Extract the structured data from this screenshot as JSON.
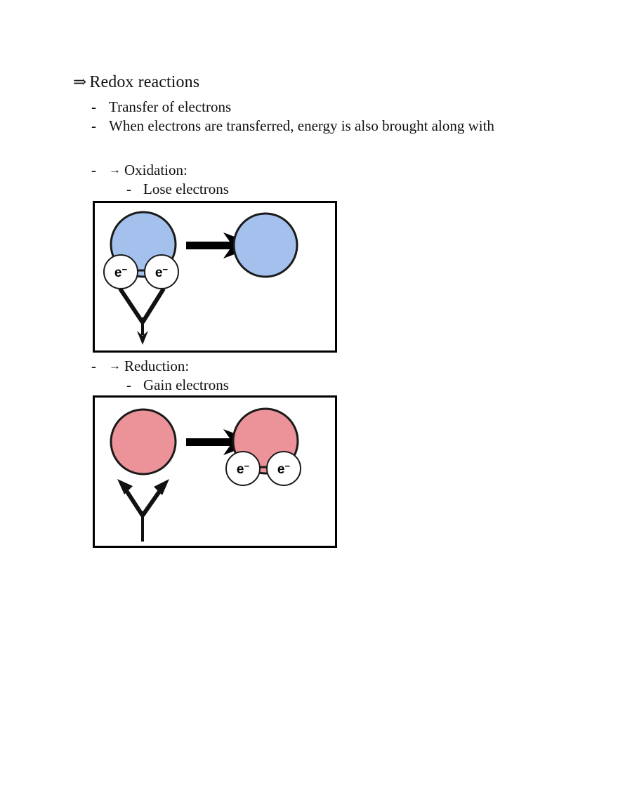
{
  "document": {
    "heading": {
      "arrow": "⇒",
      "text": "Redox reactions"
    },
    "bullets": [
      {
        "dash": "-",
        "text": "Transfer of electrons"
      },
      {
        "dash": "-",
        "text": "When electrons are transferred, energy is also brought along with"
      }
    ],
    "sections": [
      {
        "dash": "-",
        "arrow": "→",
        "label": "Oxidation:",
        "sub_dash": "-",
        "sub_label": "Lose electrons",
        "figure": {
          "name": "oxidation-diagram",
          "atom_color": "#A3C1EC",
          "electron_color": "#FFFFFF",
          "stroke_color": "#000000",
          "electron_label": "e",
          "electron_charge": "−",
          "left_electron_count": 2,
          "right_electron_count": 0,
          "electron_flow": "away",
          "reaction_arrow": "→"
        }
      },
      {
        "dash": "-",
        "arrow": "→",
        "label": "Reduction:",
        "sub_dash": "-",
        "sub_label": "Gain electrons",
        "figure": {
          "name": "reduction-diagram",
          "atom_color": "#EC9399",
          "electron_color": "#FFFFFF",
          "stroke_color": "#000000",
          "electron_label": "e",
          "electron_charge": "−",
          "left_electron_count": 0,
          "right_electron_count": 2,
          "electron_flow": "toward",
          "reaction_arrow": "→"
        }
      }
    ]
  }
}
